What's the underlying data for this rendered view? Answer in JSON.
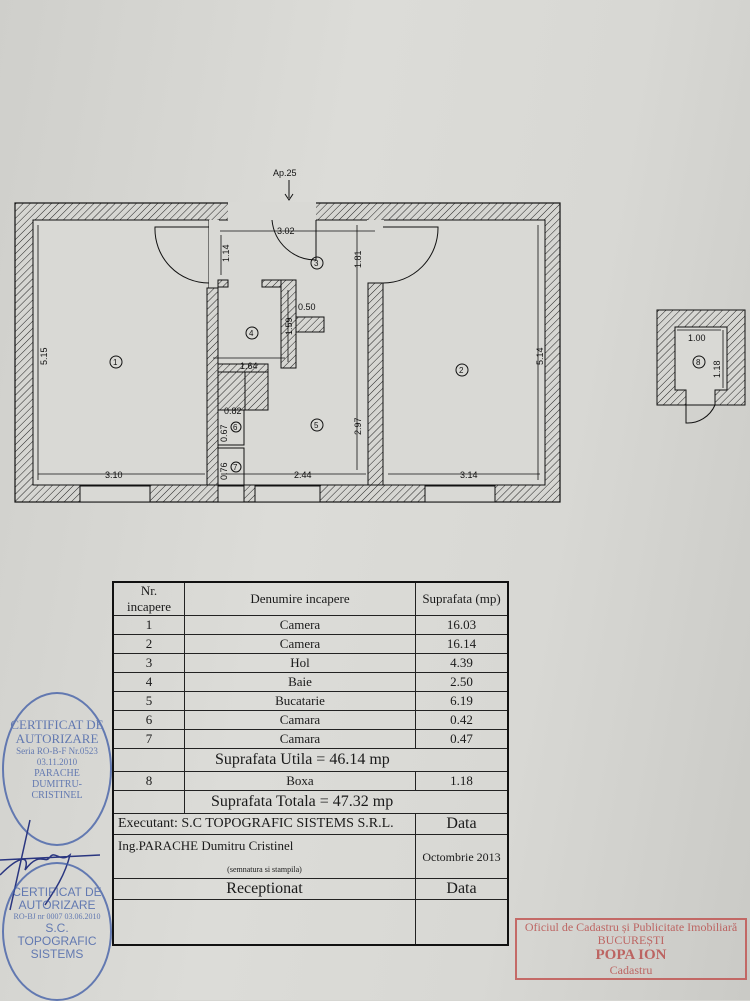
{
  "plan": {
    "entrance_label": "Ap.25",
    "dimensions": {
      "hall_width": "3.02",
      "hall_upper_left": "1.14",
      "hall_right": "1.81",
      "bath_wall": "0.50",
      "bath_height": "1.59",
      "bath_width": "1.64",
      "room1_height": "5.15",
      "room1_width": "3.10",
      "room2_height": "5.14",
      "room2_width": "3.14",
      "kitchen_height": "2.97",
      "kitchen_width": "2.44",
      "pantry6_width": "0.82",
      "pantry6_height": "0.67",
      "pantry7_height": "0.76",
      "box_width": "1.00",
      "box_height": "1.18"
    },
    "room_numbers": [
      "1",
      "2",
      "3",
      "4",
      "5",
      "6",
      "7",
      "8"
    ]
  },
  "table": {
    "headers": {
      "nr": "Nr. incapere",
      "name": "Denumire incapere",
      "area": "Suprafata (mp)"
    },
    "rows": [
      {
        "nr": "1",
        "name": "Camera",
        "area": "16.03"
      },
      {
        "nr": "2",
        "name": "Camera",
        "area": "16.14"
      },
      {
        "nr": "3",
        "name": "Hol",
        "area": "4.39"
      },
      {
        "nr": "4",
        "name": "Baie",
        "area": "2.50"
      },
      {
        "nr": "5",
        "name": "Bucatarie",
        "area": "6.19"
      },
      {
        "nr": "6",
        "name": "Camara",
        "area": "0.42"
      },
      {
        "nr": "7",
        "name": "Camara",
        "area": "0.47"
      }
    ],
    "useful_area": "Suprafata Utila =     46.14 mp",
    "box_row": {
      "nr": "8",
      "name": "Boxa",
      "area": "1.18"
    },
    "total_area": "Suprafata Totala =    47.32 mp",
    "executant": "Executant: S.C TOPOGRAFIC SISTEMS S.R.L.",
    "date_label": "Data",
    "engineer": "Ing.PARACHE Dumitru Cristinel",
    "signature_note": "(semnatura si stampila)",
    "date_value": "Octombrie 2013",
    "received": "Receptionat",
    "received_date_label": "Data"
  },
  "stamps": {
    "blue1": {
      "title": "CERTIFICAT DE AUTORIZARE",
      "series": "Seria RO-B-F Nr.0523",
      "date": "03.11.2010",
      "name": "PARACHE DUMITRU-CRISTINEL"
    },
    "blue2": {
      "title": "CERTIFICAT DE AUTORIZARE",
      "series": "RO-BJ nr 0007 03.06.2010",
      "company": "S.C. TOPOGRAFIC SISTEMS"
    },
    "red": {
      "line1": "Oficiul de Cadastru și Publicitate Imobiliară",
      "line2": "BUCUREȘTI",
      "line3": "POPA ION",
      "line4": "Cadastru"
    },
    "colors": {
      "blue": "#3c5aa6",
      "red": "#c0504d"
    }
  }
}
